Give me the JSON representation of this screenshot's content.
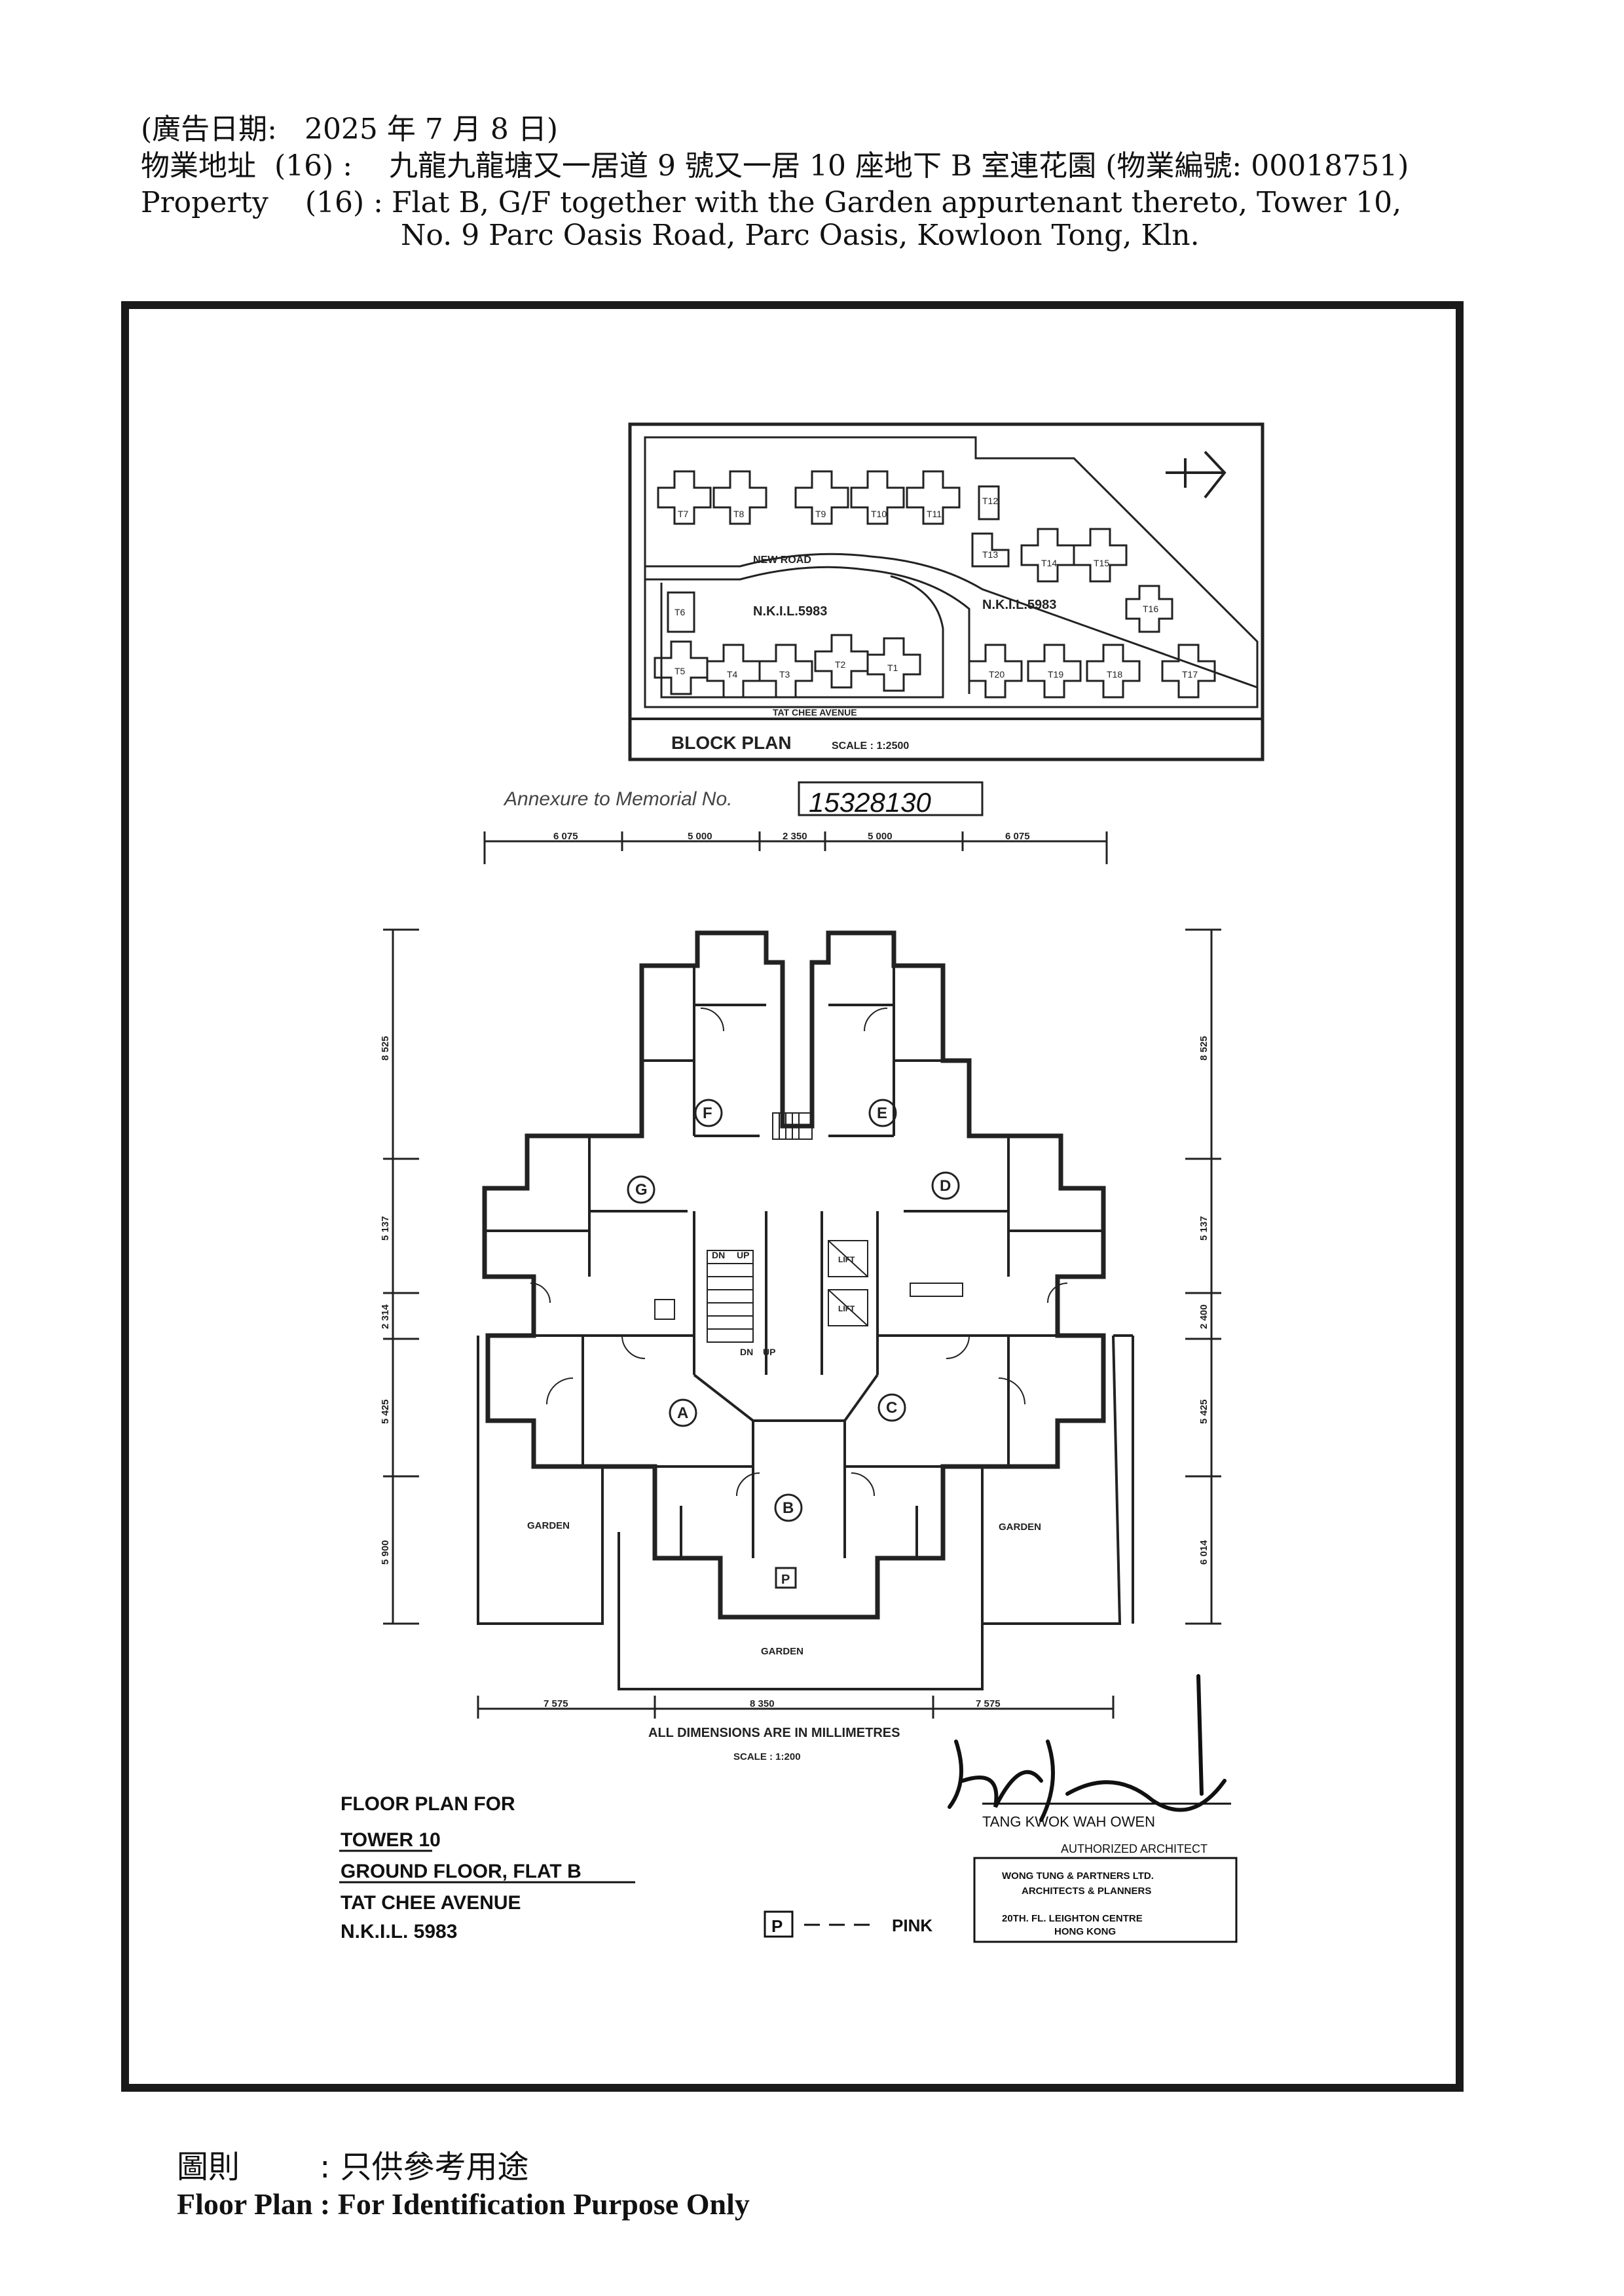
{
  "header": {
    "ad_date": "(廣告日期:   2025 年 7 月 8 日)",
    "address_zh": "物業地址  (16) :    九龍九龍塘又一居道 9 號又一居 10 座地下 B 室連花園 (物業編號: 00018751)",
    "property_label": "Property    (16) :",
    "property_line1": "Flat B, G/F together with the Garden appurtenant thereto, Tower 10,",
    "property_line2": "No. 9 Parc Oasis Road, Parc Oasis, Kowloon Tong, Kln."
  },
  "block_plan": {
    "title": "BLOCK PLAN",
    "scale": "SCALE : 1:2500",
    "lot_left": "N.K.I.L.5983",
    "lot_right": "N.K.I.L.5983",
    "new_road": "NEW ROAD",
    "street": "TAT CHEE AVENUE",
    "towers_top": [
      "T7",
      "T8",
      "T9",
      "T10",
      "T11",
      "T12",
      "T13"
    ],
    "towers_mid": [
      "T6",
      "T14",
      "T15",
      "T16"
    ],
    "towers_bottom": [
      "T5",
      "T4",
      "T3",
      "T2",
      "T1",
      "T20",
      "T19",
      "T18",
      "T17"
    ]
  },
  "memorial": {
    "label": "Annexure to Memorial No.",
    "number": "15328130"
  },
  "floor_plan": {
    "dims_top": [
      "6 075",
      "5 000",
      "2 350",
      "5 000",
      "6 075"
    ],
    "dims_bottom": [
      "7 575",
      "8 350",
      "7 575"
    ],
    "dims_left": [
      "8 525",
      "5 137",
      "2 314",
      "5 425",
      "5 900"
    ],
    "dims_right": [
      "8 525",
      "5 137",
      "2 400",
      "5 425",
      "6 014"
    ],
    "flats": [
      "A",
      "B",
      "C",
      "D",
      "E",
      "F",
      "G"
    ],
    "garden_left": "GARDEN",
    "garden_right": "GARDEN",
    "garden_bottom": "GARDEN",
    "lift": "LIFT",
    "dn": "DN",
    "up": "UP",
    "note": "ALL DIMENSIONS ARE IN MILLIMETRES",
    "scale": "SCALE : 1:200",
    "p_marker": "P"
  },
  "title_block": {
    "line1": "FLOOR PLAN FOR",
    "line2": "TOWER   10",
    "line3": "GROUND FLOOR, FLAT B",
    "line4": "TAT CHEE AVENUE",
    "line5": "N.K.I.L. 5983",
    "legend_p": "P",
    "legend_text": "PINK"
  },
  "architect": {
    "name": "TANG KWOK WAH OWEN",
    "role": "AUTHORIZED ARCHITECT",
    "firm1": "WONG TUNG & PARTNERS LTD.",
    "firm2": "ARCHITECTS & PLANNERS",
    "addr1": "20TH. FL. LEIGHTON CENTRE",
    "addr2": "HONG KONG"
  },
  "footer": {
    "zh": "圖則        : 只供參考用途",
    "en": "Floor Plan : For Identification Purpose Only"
  }
}
